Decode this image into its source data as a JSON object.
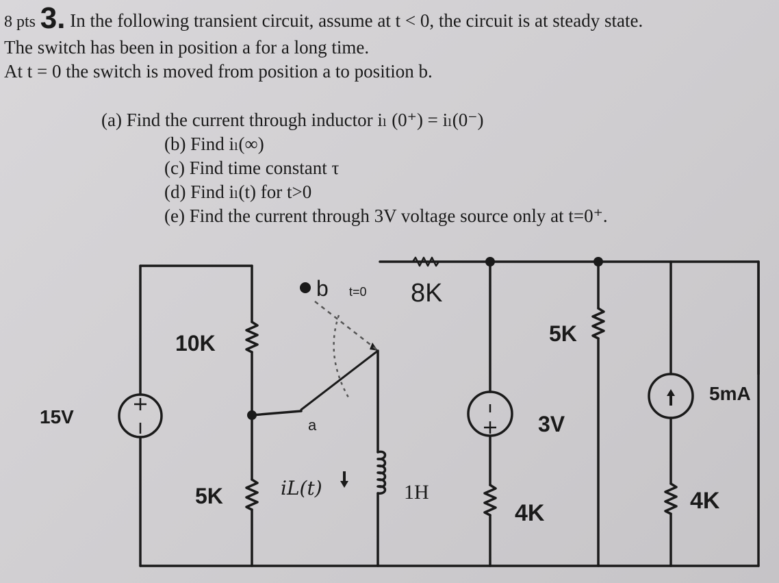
{
  "header": {
    "points": "8 pts",
    "question_number": "3.",
    "intro": "In the following transient circuit, assume at t < 0, the circuit is at steady state.",
    "line2": "The switch has been in position a for a long time.",
    "line3": "At t = 0 the switch is moved from position a to position b."
  },
  "parts": [
    {
      "id": "a",
      "text": "(a) Find the current through inductor iₗ (0⁺) = iₗ(0⁻)"
    },
    {
      "id": "b",
      "text": "(b) Find iₗ(∞)"
    },
    {
      "id": "c",
      "text": "(c) Find time constant τ"
    },
    {
      "id": "d",
      "text": "(d) Find iₗ(t) for t>0"
    },
    {
      "id": "e",
      "text": "(e) Find the current through 3V voltage source only at t=0⁺."
    }
  ],
  "circuit": {
    "source_15v": "15V",
    "r_10k": "10K",
    "r_5k_left": "5K",
    "switch_pos_b": "b",
    "switch_pos_a": "a",
    "switch_time": "t=0",
    "r_8k": "8K",
    "inductor_current": "iL(t)",
    "inductor": "1H",
    "source_3v": "3V",
    "r_4k_mid": "4K",
    "r_5k_right": "5K",
    "current_source": "5mA",
    "r_4k_right": "4K"
  },
  "colors": {
    "paper": "#d2d0d3",
    "ink": "#1a1a1a",
    "pencil": "#555555"
  }
}
